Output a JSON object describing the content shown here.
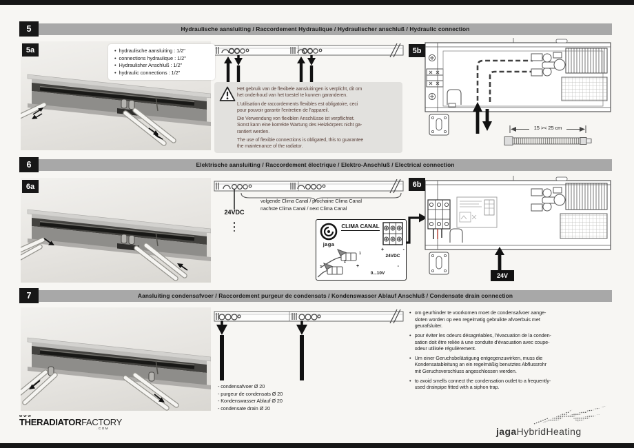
{
  "page": {
    "colors": {
      "header_bar": "#a8a8a8",
      "number_square": "#171717",
      "warning_text": "#5d443d",
      "red_wire": "#b03a2e",
      "edge_bar": "#161616"
    }
  },
  "s5": {
    "number": "5",
    "title": "Hydraulische aansluiting / Raccordement Hydraulique / Hydraulischer anschluß / Hydraulic connection",
    "label_a": "5a",
    "label_b": "5b",
    "bullets": [
      "hydraulische aansluiting : 1/2\"",
      "connections hydraulique : 1/2\"",
      "Hydraulisher Anschluß : 1/2\"",
      "hydraulic connections : 1/2\""
    ],
    "warnings": [
      "Het gebruik van de flexibele aansluitingen is verplicht, dit om\nhet onderhoud van het toestel te kunnen garanderen.",
      "L'utilisation de raccordements flexibles est obligatoire, ceci\npour pouvoir garantir l'entretien de l'appareil.",
      "Die Verwendung von flexiblen Anschlüsse ist verpflichtet.\nSonst kann eine korrekte Wartung des Heizkörpers nicht ga-\nrantiert werden.",
      "The use of flexible connections is obligated, this to guarantee\nthe maintenance of the radiator."
    ],
    "dimension": "15 >< 25 cm"
  },
  "s6": {
    "number": "6",
    "title": "Elektrische aansluiting / Raccordement électrique / Elektro-Anschluß / Electrical connection",
    "label_a": "6a",
    "label_b": "6b",
    "vdc": "24VDC",
    "canal_line1": "volgende Clima Canal / prochaine Clima Canal",
    "canal_line2": "nachste Clima Canal / next Clima Canal",
    "v24": "24V",
    "clima": {
      "brand": "jaga",
      "title": "CLIMA CANAL",
      "vdc": "24VDC",
      "signal": "0...10V",
      "plus": "+",
      "minus": "-",
      "steps": [
        "1",
        "2",
        "3"
      ]
    }
  },
  "s7": {
    "number": "7",
    "title": "Aansluiting condensafvoer / Raccordement purgeur de condensats / Kondenswasser Ablauf Anschluß / Condensate drain connection",
    "drains": [
      "- condensafvoer Ø 20",
      "- purgeur de condensats Ø 20",
      "- Kondenswasser Ablauf Ø 20",
      "- condensate drain Ø 20"
    ],
    "notes": [
      "om geurhinder te voorkomen moet de condensafvoer aange-\nsloten worden op een regelmatig gebruikte afvoerbuis met\ngeurafsluiter.",
      "pour éviter les odeurs désagréables, l'évacuation de la conden-\nsation doit être reliée à une conduite d'évacuation avec coupe-\nodeur utilisée régulièrement.",
      "Um einer Geruchsbelästigung entgegenzuwirken, muss die\nKondensatableitung an ein regelmäßig benutztes Abflussrohr\nmit Geruchsverschluss angeschlossen werden.",
      "to avoid smells connect the condensation outlet to a frequently-\nused drainpipe fitted with a siphon trap."
    ]
  },
  "footer": {
    "www": "WWW",
    "the": "THE",
    "radiator": "RADIATOR",
    "factory": "FACTORY",
    "com": ".COM",
    "jaga": "jaga",
    "hybrid": "HybridHeating"
  }
}
